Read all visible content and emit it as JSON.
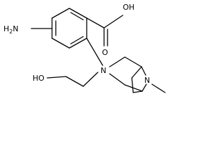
{
  "structure": {
    "labels": {
      "amine": "H2N",
      "amine_h": "H",
      "amine_sub": "2",
      "amine_n": "N",
      "acid": "OH",
      "carbonyl_o": "O",
      "ring_n": "N",
      "hydroxy": "HO",
      "bridge_n": "N"
    },
    "colors": {
      "bond": "#000000",
      "text": "#000000",
      "background": "#ffffff"
    }
  }
}
